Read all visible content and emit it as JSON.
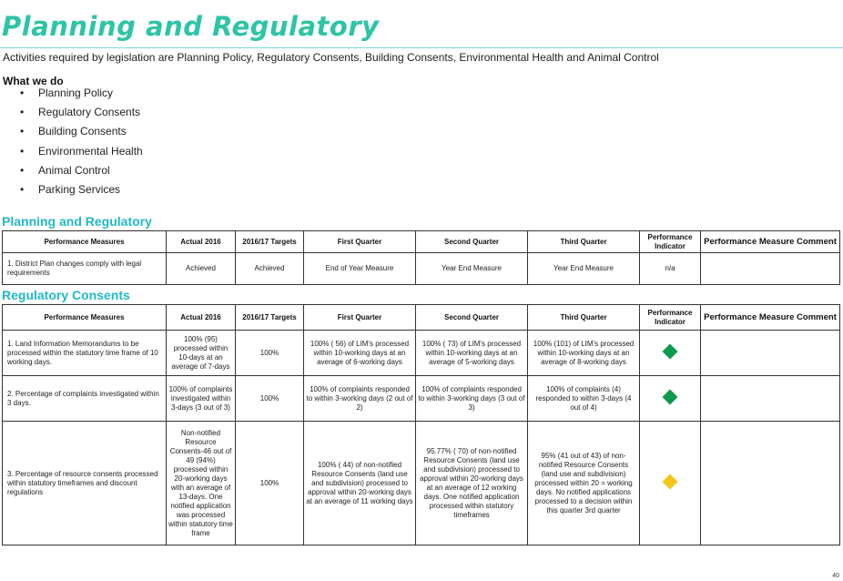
{
  "page": {
    "title": "Planning and Regulatory",
    "intro": "Activities required by legislation are Planning Policy, Regulatory Consents, Building Consents, Environmental Health and Animal Control",
    "what_we_do": "What we do",
    "bullet_glyph": "•",
    "bullets": [
      "Planning Policy",
      "Regulatory Consents",
      "Building Consents",
      "Environmental Health",
      "Animal Control",
      "Parking Services"
    ],
    "page_number": "40"
  },
  "colors": {
    "title": "#2ec4a6",
    "section": "#22b8c8",
    "green_indicator": "#0e9a4a",
    "amber_indicator": "#f5c518"
  },
  "planning_table": {
    "section_title": "Planning and Regulatory",
    "headers": [
      "Performance Measures",
      "Actual 2016",
      "2016/17 Targets",
      "First Quarter",
      "Second Quarter",
      "Third Quarter",
      "Performance Indicator",
      "Performance Measure Comment"
    ],
    "rows": [
      {
        "measure": "1. District Plan changes comply with legal requirements",
        "actual": "Achieved",
        "target": "Achieved",
        "q1": "End of Year Measure",
        "q2": "Year End Measure",
        "q3": "Year End Measure",
        "indicator": "n/a",
        "comment": ""
      }
    ]
  },
  "regulatory_table": {
    "section_title": "Regulatory Consents",
    "headers": [
      "Performance Measures",
      "Actual 2016",
      "2016/17 Targets",
      "First Quarter",
      "Second Quarter",
      "Third Quarter",
      "Performance Indicator",
      "Performance Measure Comment"
    ],
    "rows": [
      {
        "measure": "1. Land Information Memorandums to be processed within the statutory time frame of 10 working days.",
        "actual": "100% (95) processed within 10-days at an average of 7-days",
        "target": "100%",
        "q1": "100% ( 56) of LIM's processed within 10-working days at an average of 6-working days",
        "q2": "100% ( 73) of LIM's processed within 10-working days at an average of 5-working days",
        "q3": "100% (101) of LIM's processed within 10-working days at an average of 8-working days",
        "indicator": "green",
        "comment": ""
      },
      {
        "measure": "2. Percentage of complaints investigated within 3 days.",
        "actual": "100% of complaints investigated within 3-days (3 out of 3)",
        "target": "100%",
        "q1": "100% of complaints responded to within 3-working days (2 out of 2)",
        "q2": "100% of complaints responded to within 3-working days (3 out of 3)",
        "q3": "100% of complaints (4) responded to within 3-days (4 out of 4)",
        "indicator": "green",
        "comment": ""
      },
      {
        "measure": "3. Percentage of resource consents processed within statutory timeframes and discount regulations",
        "actual": "Non-notified Resource Consents-46 out of 49 (94%) processed within 20-working days with an average of 13-days. One notified application was processed within statutory time frame",
        "target": "100%",
        "q1": "100% ( 44) of non-notified Resource Consents (land use and subdivision) processed to approval within 20-working days at an average of 11 working days",
        "q2": "95.77% ( 70) of non-notified Resource Consents (land use and subdivision) processed to approval within 20-working days at an average of 12 working days. One notified application processed within statutory timeframes",
        "q3": "95% (41 out of 43) of non-notified Resource Consents (land use and subdivision) processed within 20 = working days. No notified applications processed to a decision within this quarter 3rd quarter",
        "indicator": "amber",
        "comment": ""
      }
    ]
  }
}
